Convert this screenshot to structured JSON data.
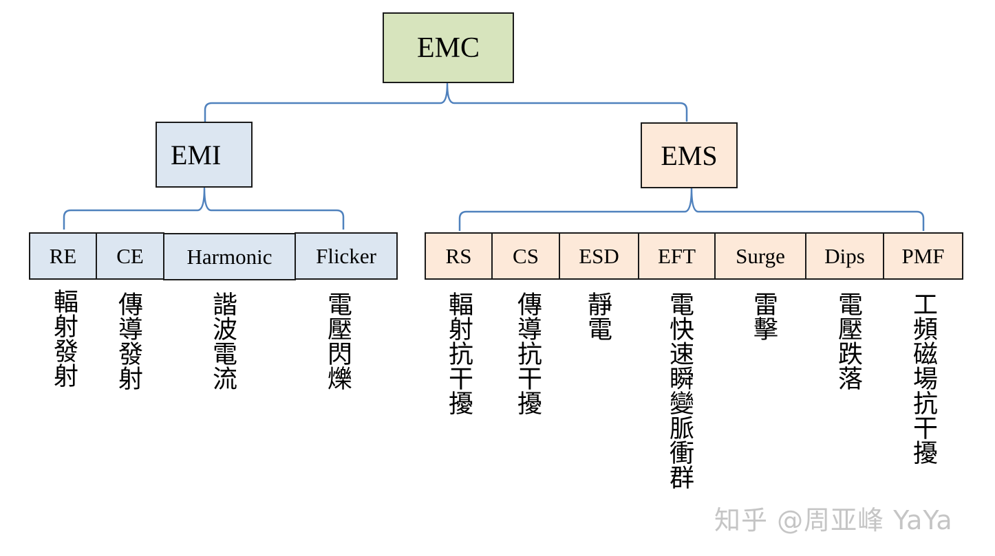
{
  "root": {
    "label": "EMC",
    "color": "#d7e4bd"
  },
  "emi": {
    "label": "EMI",
    "color": "#dce6f1",
    "items": [
      {
        "label": "RE",
        "desc": "輻射發射"
      },
      {
        "label": "CE",
        "desc": "傳導發射"
      },
      {
        "label": "Harmonic",
        "desc": "諧波電流"
      },
      {
        "label": "Flicker",
        "desc": "電壓閃爍"
      }
    ]
  },
  "ems": {
    "label": "EMS",
    "color": "#fde9d9",
    "items": [
      {
        "label": "RS",
        "desc": "輻射抗干擾"
      },
      {
        "label": "CS",
        "desc": "傳導抗干擾"
      },
      {
        "label": "ESD",
        "desc": "靜電"
      },
      {
        "label": "EFT",
        "desc": "電快速瞬變脈衝群"
      },
      {
        "label": "Surge",
        "desc": "雷擊"
      },
      {
        "label": "Dips",
        "desc": "電壓跌落"
      },
      {
        "label": "PMF",
        "desc": "工頻磁場抗干擾"
      }
    ]
  },
  "watermark": "知乎 @周亚峰 YaYa",
  "bracket_color": "#4f81bd"
}
